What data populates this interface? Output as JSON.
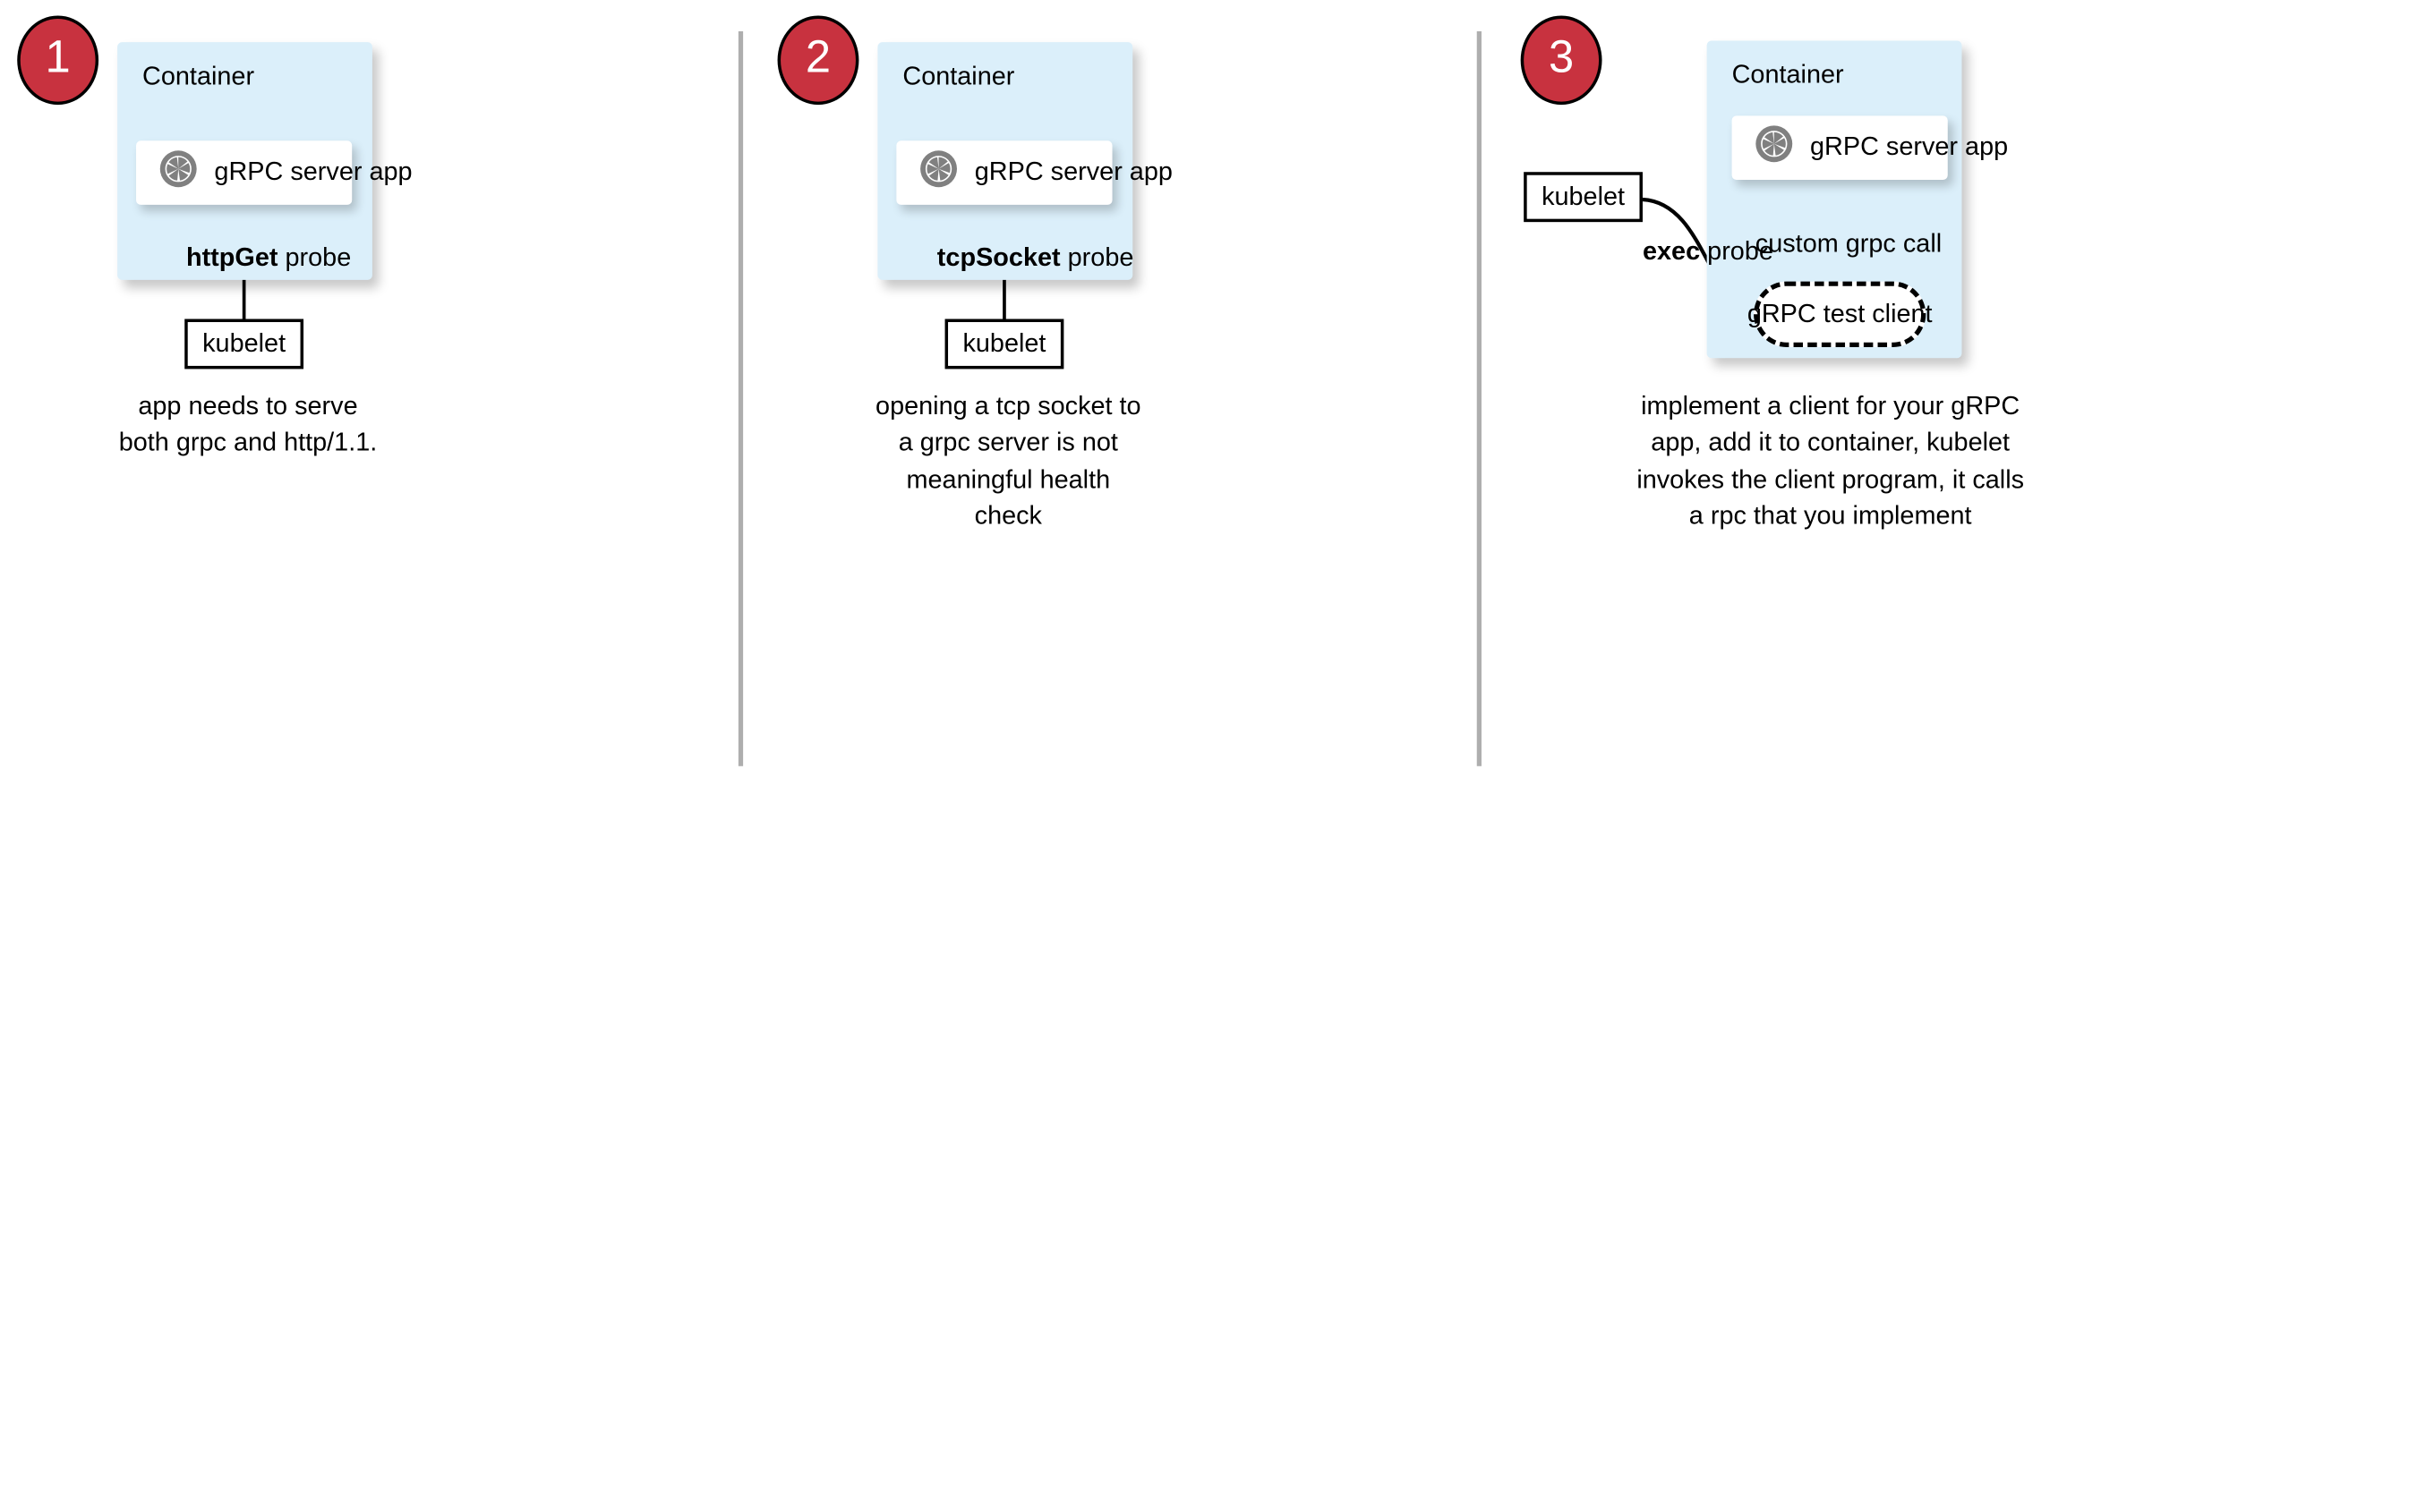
{
  "diagram": {
    "title": "gRPC health probe approaches in Kubernetes",
    "colors": {
      "badge_fill": "#c8323f",
      "badge_text": "#ffffff",
      "container_fill": "#dbeffa",
      "card_fill": "#ffffff",
      "stroke": "#000000",
      "divider": "#aeaeae",
      "grpc_icon": "#808080"
    },
    "panels": [
      {
        "number": "1",
        "container_label": "Container",
        "app_label": "gRPC server app",
        "app_icon": "grpc-aperture-icon",
        "probe_label_bold": "httpGet",
        "probe_label_rest": " probe",
        "kubelet_label": "kubelet",
        "caption": "app needs to serve both grpc and http/1.1."
      },
      {
        "number": "2",
        "container_label": "Container",
        "app_label": "gRPC server app",
        "app_icon": "grpc-aperture-icon",
        "probe_label_bold": "tcpSocket",
        "probe_label_rest": " probe",
        "kubelet_label": "kubelet",
        "caption": "opening a tcp socket to a grpc server is not meaningful health check"
      },
      {
        "number": "3",
        "container_label": "Container",
        "app_label": "gRPC server app",
        "app_icon": "grpc-aperture-icon",
        "probe_label_bold": "exec",
        "probe_label_rest": " probe",
        "kubelet_label": "kubelet",
        "call_label": "custom grpc call",
        "test_client_label": "gRPC test client",
        "caption": "implement a client for your gRPC app, add it to container, kubelet invokes the client program, it calls a rpc that you implement"
      }
    ]
  }
}
